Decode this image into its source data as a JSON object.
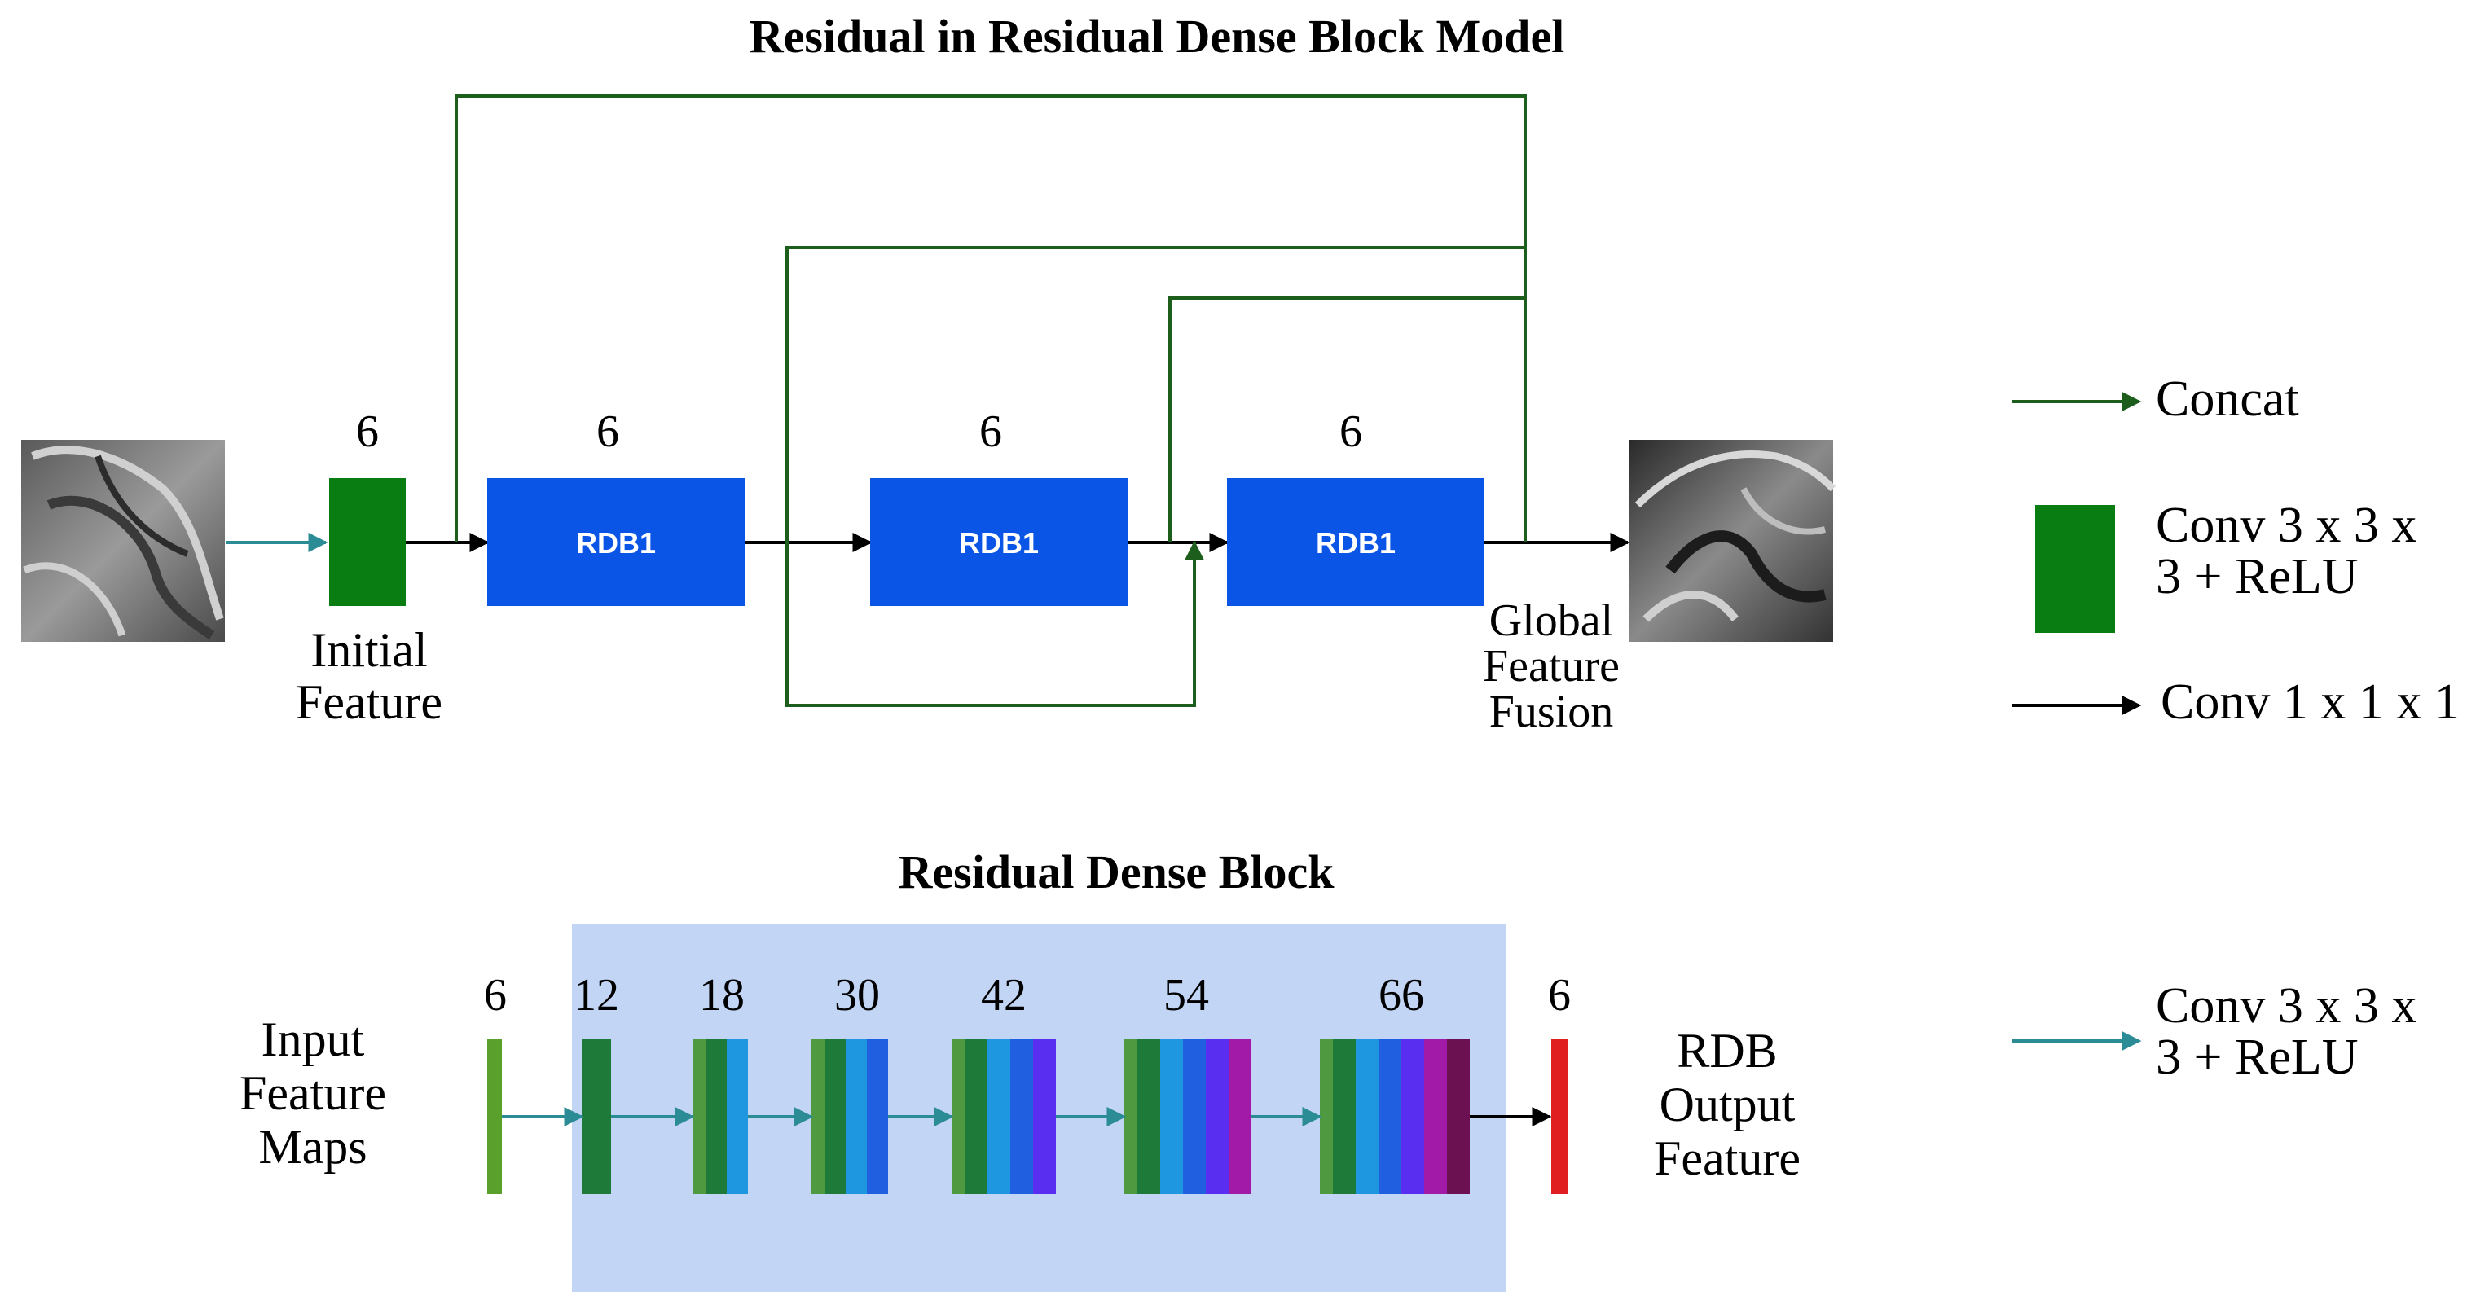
{
  "top": {
    "title": "Residual in Residual Dense Block Model",
    "initial_count": "6",
    "initial_label_lines": [
      "Initial",
      "Feature"
    ],
    "rdb_blocks": [
      {
        "label": "RDB1",
        "count": "6"
      },
      {
        "label": "RDB1",
        "count": "6"
      },
      {
        "label": "RDB1",
        "count": "6"
      }
    ],
    "fusion_label_lines": [
      "Global",
      "Feature",
      "Fusion"
    ]
  },
  "bottom": {
    "title": "Residual Dense Block",
    "input_label_lines": [
      "Input",
      "Feature",
      "Maps"
    ],
    "output_label_lines": [
      "RDB",
      "Output",
      "Feature"
    ],
    "stages": [
      {
        "count": "6",
        "layer_colors": [
          "#5aa02c"
        ]
      },
      {
        "count": "12",
        "layer_colors": [
          "#1e7a38"
        ]
      },
      {
        "count": "18",
        "layer_colors": [
          "#4f9a40",
          "#1e7a38",
          "#1f96e0"
        ]
      },
      {
        "count": "30",
        "layer_colors": [
          "#4f9a40",
          "#1e7a38",
          "#1f96e0",
          "#1f5fe0"
        ]
      },
      {
        "count": "42",
        "layer_colors": [
          "#4f9a40",
          "#1e7a38",
          "#1f96e0",
          "#1f5fe0",
          "#5a2ef0"
        ]
      },
      {
        "count": "54",
        "layer_colors": [
          "#4f9a40",
          "#1e7a38",
          "#1f96e0",
          "#1f5fe0",
          "#5a2ef0",
          "#a11ba8"
        ]
      },
      {
        "count": "66",
        "layer_colors": [
          "#4f9a40",
          "#1e7a38",
          "#1f96e0",
          "#1f5fe0",
          "#5a2ef0",
          "#a11ba8",
          "#6b1050"
        ]
      }
    ],
    "output_count": "6"
  },
  "legend": {
    "concat_label": "Concat",
    "conv333_lines": [
      "Conv 3 x 3 x",
      "3 + ReLU"
    ],
    "conv111_label": "Conv 1 x 1 x 1",
    "teal_conv_lines": [
      "Conv 3 x 3 x",
      "3 + ReLU"
    ]
  },
  "colors": {
    "concat_line": "#1d5e1d",
    "conv_green": "#0a7d12",
    "rdb_blue": "#0b55e6",
    "teal_arrow": "#2b8c96",
    "rdb_background": "#c3d5f5",
    "output_red": "#e02020"
  }
}
